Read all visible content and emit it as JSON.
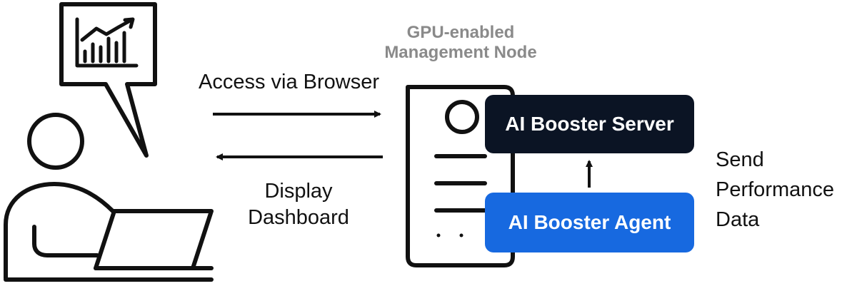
{
  "diagram": {
    "browser_access_label": "Access via Browser",
    "dashboard_label_lines": [
      "Display",
      "Dashboard"
    ],
    "node_title_lines": [
      "GPU-enabled",
      "Management Node"
    ],
    "server_label": "AI Booster Server",
    "agent_label": "AI Booster Agent",
    "performance_label_lines": [
      "Send",
      "Performance",
      "Data"
    ]
  },
  "colors": {
    "server_box": "#0b1424",
    "agent_box": "#1769e0",
    "node_title": "#8a8a8a",
    "stroke": "#111111"
  },
  "icons": {
    "user": "user-at-laptop-icon",
    "speech_bubble": "speech-bubble-icon",
    "chart": "bar-chart-trend-icon",
    "server": "server-document-icon"
  }
}
